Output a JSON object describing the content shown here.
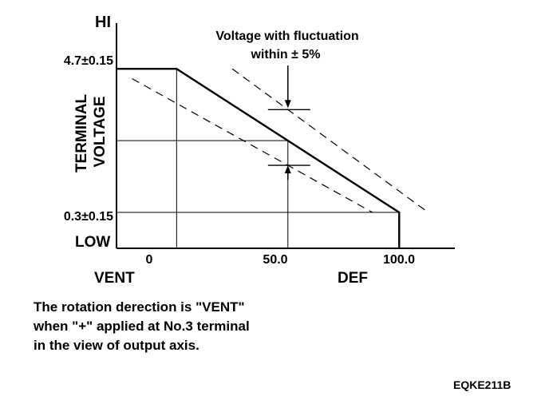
{
  "chart_data": {
    "type": "line",
    "xlabel": "",
    "ylabel": "TERMINAL VOLTAGE",
    "ylabel_lines": [
      "TERMINAL",
      "VOLTAGE"
    ],
    "y_top_label": "HI",
    "y_bottom_label": "LOW",
    "x_end_labels": [
      "VENT",
      "DEF"
    ],
    "x_ticks": [
      "0",
      "50.0",
      "100.0"
    ],
    "y_ticks": [
      "4.7±0.15",
      "0.3±0.15"
    ],
    "xlim": [
      -27,
      125
    ],
    "ylim": [
      -0.8,
      6.1
    ],
    "series": [
      {
        "role": "nominal",
        "x": [
          -27,
          0,
          100,
          100
        ],
        "y": [
          4.7,
          4.7,
          0.3,
          -0.8
        ]
      },
      {
        "role": "upper",
        "x": [
          25,
          113
        ],
        "y": [
          4.7,
          0.3
        ]
      },
      {
        "role": "lower",
        "x": [
          -20,
          88
        ],
        "y": [
          4.4,
          0.3
        ]
      }
    ],
    "reference_lines": [
      {
        "axis": "y",
        "value": 4.7,
        "x_to": 0
      },
      {
        "axis": "y",
        "value": 0.3,
        "x_to": 100
      },
      {
        "axis": "y",
        "value": 2.5,
        "x_to": 50
      },
      {
        "axis": "x",
        "value": 0,
        "y_from": -0.8,
        "y_to": 4.7
      },
      {
        "axis": "x",
        "value": 50,
        "y_from": -0.8,
        "y_to": 2.5
      }
    ],
    "annotation": {
      "lines": [
        "Voltage with fluctuation",
        "within ± 5%"
      ],
      "x": 50
    }
  },
  "note": [
    "The rotation derection is \"VENT\"",
    "when \"+\" applied at No.3 terminal",
    "in the view of output axis."
  ],
  "figure_code": "EQKE211B"
}
